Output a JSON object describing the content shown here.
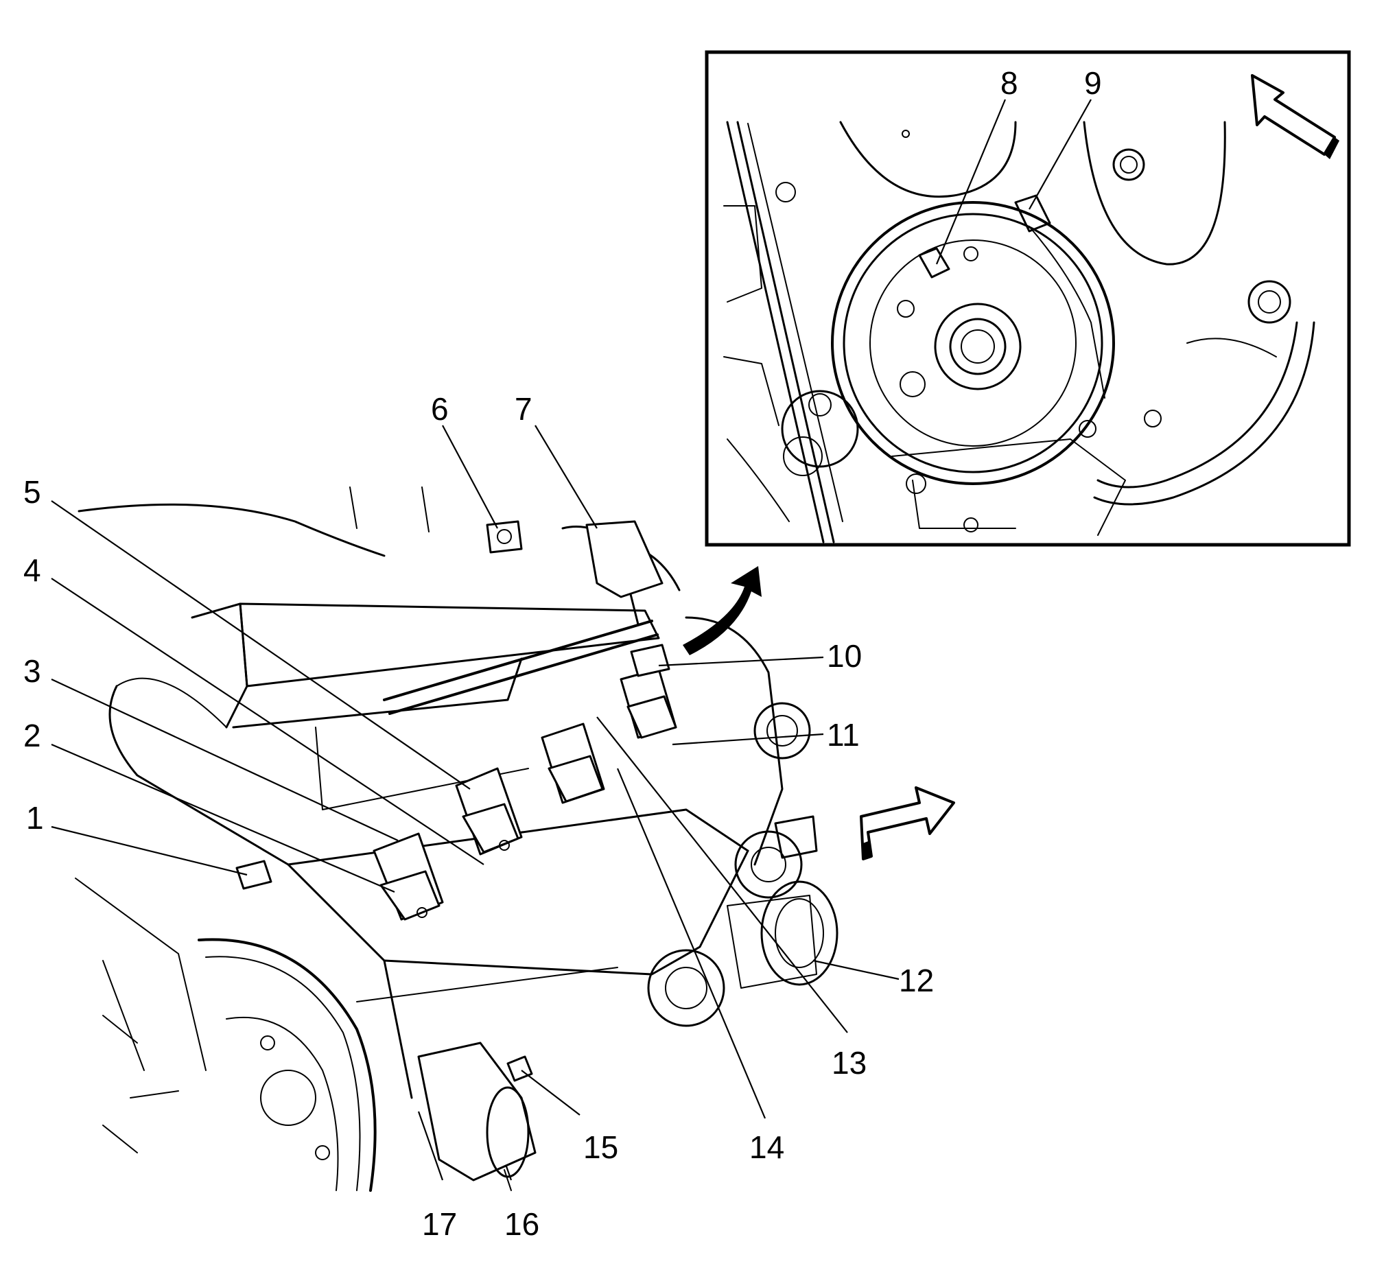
{
  "callouts": [
    {
      "id": "1",
      "label": "1"
    },
    {
      "id": "2",
      "label": "2"
    },
    {
      "id": "3",
      "label": "3"
    },
    {
      "id": "4",
      "label": "4"
    },
    {
      "id": "5",
      "label": "5"
    },
    {
      "id": "6",
      "label": "6"
    },
    {
      "id": "7",
      "label": "7"
    },
    {
      "id": "8",
      "label": "8"
    },
    {
      "id": "9",
      "label": "9"
    },
    {
      "id": "10",
      "label": "10"
    },
    {
      "id": "11",
      "label": "11"
    },
    {
      "id": "12",
      "label": "12"
    },
    {
      "id": "13",
      "label": "13"
    },
    {
      "id": "14",
      "label": "14"
    },
    {
      "id": "15",
      "label": "15"
    },
    {
      "id": "16",
      "label": "16"
    },
    {
      "id": "17",
      "label": "17"
    }
  ],
  "colors": {
    "line": "#000000",
    "background": "#ffffff"
  },
  "icons": [
    "view-direction-arrow-icon",
    "front-direction-arrow-icon",
    "detail-rotation-arrow-icon"
  ]
}
